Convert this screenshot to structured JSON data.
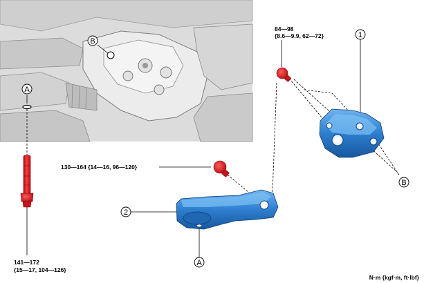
{
  "callouts": {
    "A": "A",
    "B": "B",
    "item1": "1",
    "item2": "2"
  },
  "torques": {
    "bolt_top_line1": "84—98",
    "bolt_top_line2": "{8.6—9.9, 62—72}",
    "bolt_mid": "130—164 {14—16, 96—120}",
    "bolt_long_line1": "141—172",
    "bolt_long_line2": "{15—17, 104—126}"
  },
  "units": "N·m {kgf·m, ft·lbf}",
  "colors": {
    "bolt_red": "#e8141b",
    "mount_blue": "#2e7fd0",
    "photo_gray": "#d9d9d9"
  }
}
